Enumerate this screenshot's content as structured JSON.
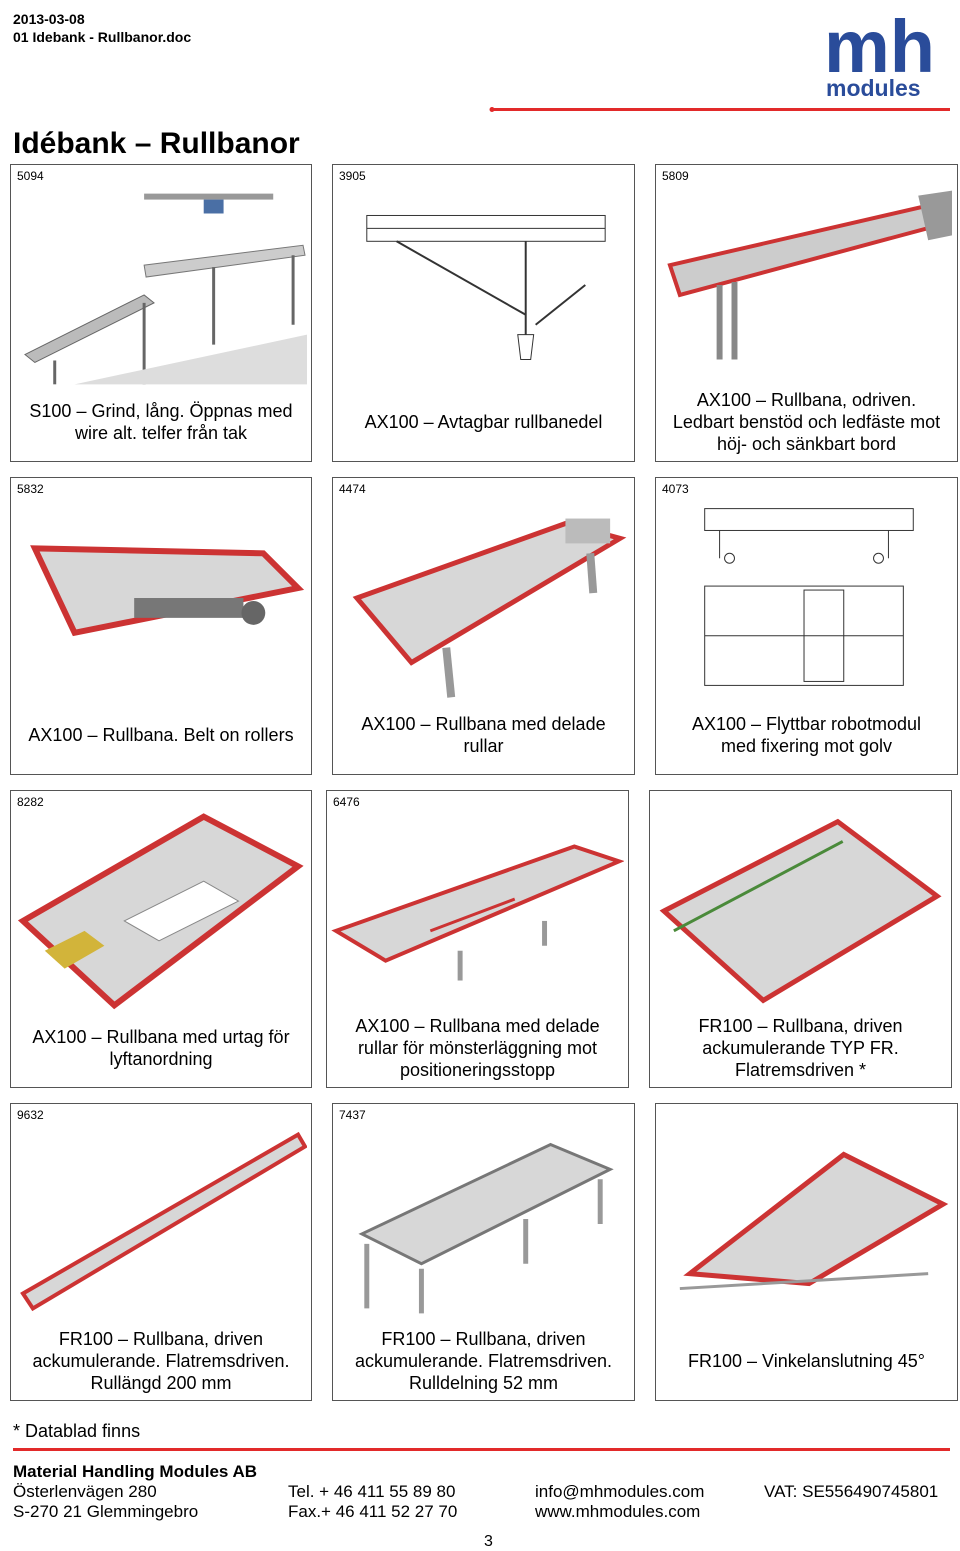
{
  "header": {
    "date": "2013-03-08",
    "doc": "01 Idebank - Rullbanor.doc",
    "logo_text_top": "mh",
    "logo_text_bottom": "modules",
    "brand_blue": "#2a4c9a",
    "brand_red": "#e22a2a"
  },
  "title": "Idébank – Rullbanor",
  "cards": [
    {
      "id": "5094",
      "caption": "S100 – Grind, lång. Öppnas med\nwire alt. telfer från tak"
    },
    {
      "id": "3905",
      "caption": "AX100 – Avtagbar rullbanedel"
    },
    {
      "id": "5809",
      "caption": "AX100 – Rullbana, odriven.\nLedbart benstöd och ledfäste mot\nhöj- och sänkbart bord"
    },
    {
      "id": "5832",
      "caption": "AX100 – Rullbana. Belt on rollers"
    },
    {
      "id": "4474",
      "caption": "AX100 – Rullbana med delade\nrullar"
    },
    {
      "id": "4073",
      "caption": "AX100 – Flyttbar robotmodul\nmed fixering mot golv"
    },
    {
      "id": "8282",
      "caption": "AX100 – Rullbana med urtag för\nlyftanordning"
    },
    {
      "id": "6476",
      "caption": "AX100 – Rullbana med delade\nrullar för mönsterläggning mot\npositioneringsstopp"
    },
    {
      "id": "",
      "caption": "FR100 – Rullbana, driven\nackumulerande TYP FR.\nFlatremsdriven *"
    },
    {
      "id": "9632",
      "caption": "FR100 – Rullbana, driven\nackumulerande. Flatremsdriven.\nRullängd 200 mm"
    },
    {
      "id": "7437",
      "caption": "FR100 – Rullbana, driven\nackumulerande. Flatremsdriven.\nRulldelning 52 mm"
    },
    {
      "id": "",
      "caption": "FR100 – Vinkelanslutning 45°"
    }
  ],
  "footer": {
    "note": "* Datablad finns",
    "company": "Material Handling Modules AB",
    "address1": "Österlenvägen 280",
    "address2": "S-270 21 Glemmingebro",
    "tel": "Tel. + 46  411  55 89 80",
    "fax": "Fax.+ 46  411  52 27 70",
    "email": "info@mhmodules.com",
    "web": "www.mhmodules.com",
    "vat": "VAT: SE556490745801",
    "page": "3"
  }
}
